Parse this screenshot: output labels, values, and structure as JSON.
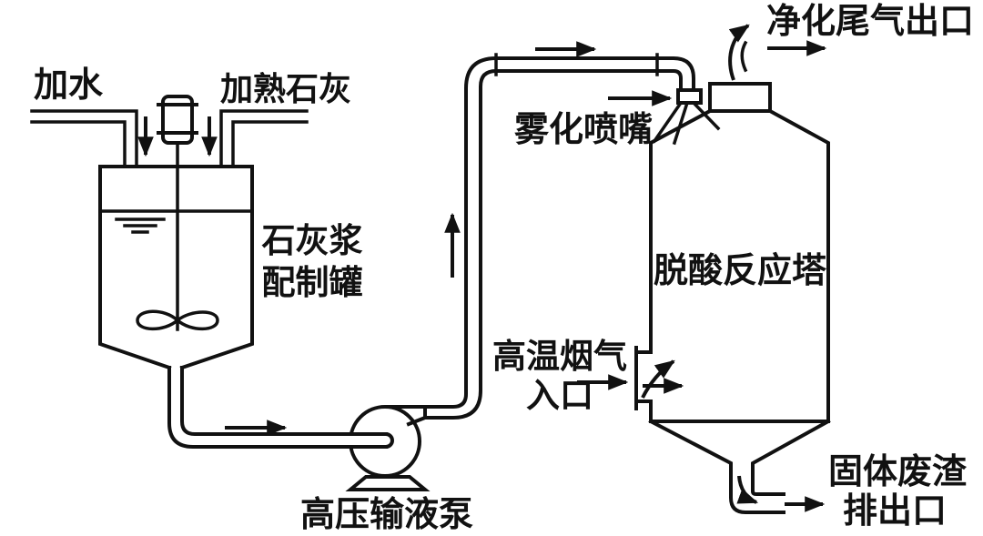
{
  "diagram": {
    "labels": {
      "add_water": "加水",
      "add_slaked_lime": "加熟石灰",
      "tank_line1": "石灰浆",
      "tank_line2": "配制罐",
      "pump": "高压输液泵",
      "nozzle": "雾化喷嘴",
      "exhaust_outlet": "净化尾气出口",
      "tower": "脱酸反应塔",
      "flue_gas_line1": "高温烟气",
      "flue_gas_line2": "入口",
      "waste_line1": "固体废渣",
      "waste_line2": "排出口"
    },
    "colors": {
      "line": "#111111",
      "background": "#ffffff"
    }
  }
}
